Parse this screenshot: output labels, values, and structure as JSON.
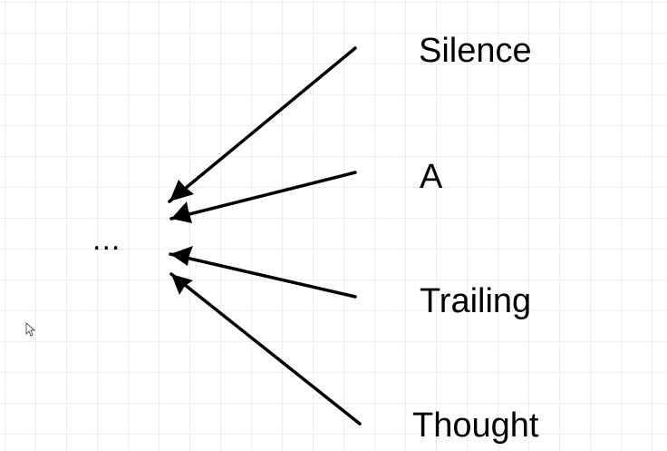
{
  "diagram": {
    "target_label": "...",
    "source_labels": [
      "Silence",
      "A",
      "Trailing",
      "Thought"
    ]
  },
  "colors": {
    "background": "#ffffff",
    "grid": "#ededed",
    "ink": "#000000"
  },
  "icons": {
    "cursor": "mouse-pointer-icon"
  }
}
